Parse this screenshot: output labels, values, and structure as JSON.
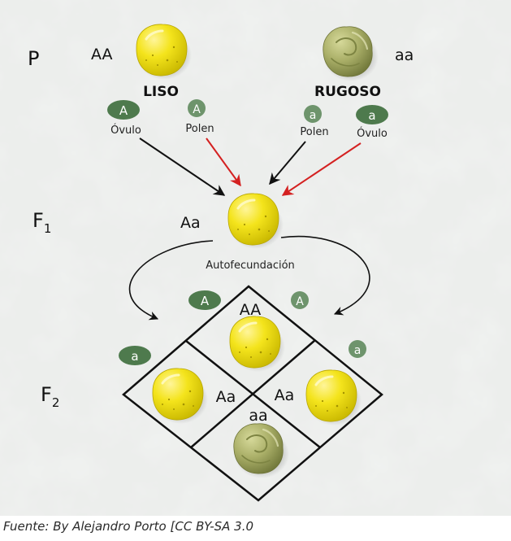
{
  "generations": {
    "parental": "P",
    "f1_base": "F",
    "f1_sub": "1",
    "f2_base": "F",
    "f2_sub": "2"
  },
  "parents": {
    "left": {
      "genotype": "AA",
      "phenotype": "LISO",
      "gamete_a": {
        "allele": "A",
        "label": "Óvulo"
      },
      "gamete_b": {
        "allele": "A",
        "label": "Polen"
      }
    },
    "right": {
      "genotype": "aa",
      "phenotype": "RUGOSO",
      "gamete_a": {
        "allele": "a",
        "label": "Polen"
      },
      "gamete_b": {
        "allele": "a",
        "label": "Óvulo"
      }
    }
  },
  "f1": {
    "genotype": "Aa",
    "process": "Autofecundación"
  },
  "f2": {
    "gametes": {
      "top_left": "A",
      "top_right": "A",
      "left": "a",
      "right": "a"
    },
    "cells": {
      "top": "AA",
      "left": "Aa",
      "right": "Aa",
      "bottom": "aa"
    }
  },
  "colors": {
    "smooth_pea": "#f2e31a",
    "wrinkled_pea": "#a8ad64",
    "gamete_oval": "#4e7a4d",
    "pollen_arrow": "#d42121",
    "arrow": "#111111",
    "background": "#eceeec"
  },
  "caption": "Fuente: By Alejandro Porto [CC BY-SA 3.0"
}
